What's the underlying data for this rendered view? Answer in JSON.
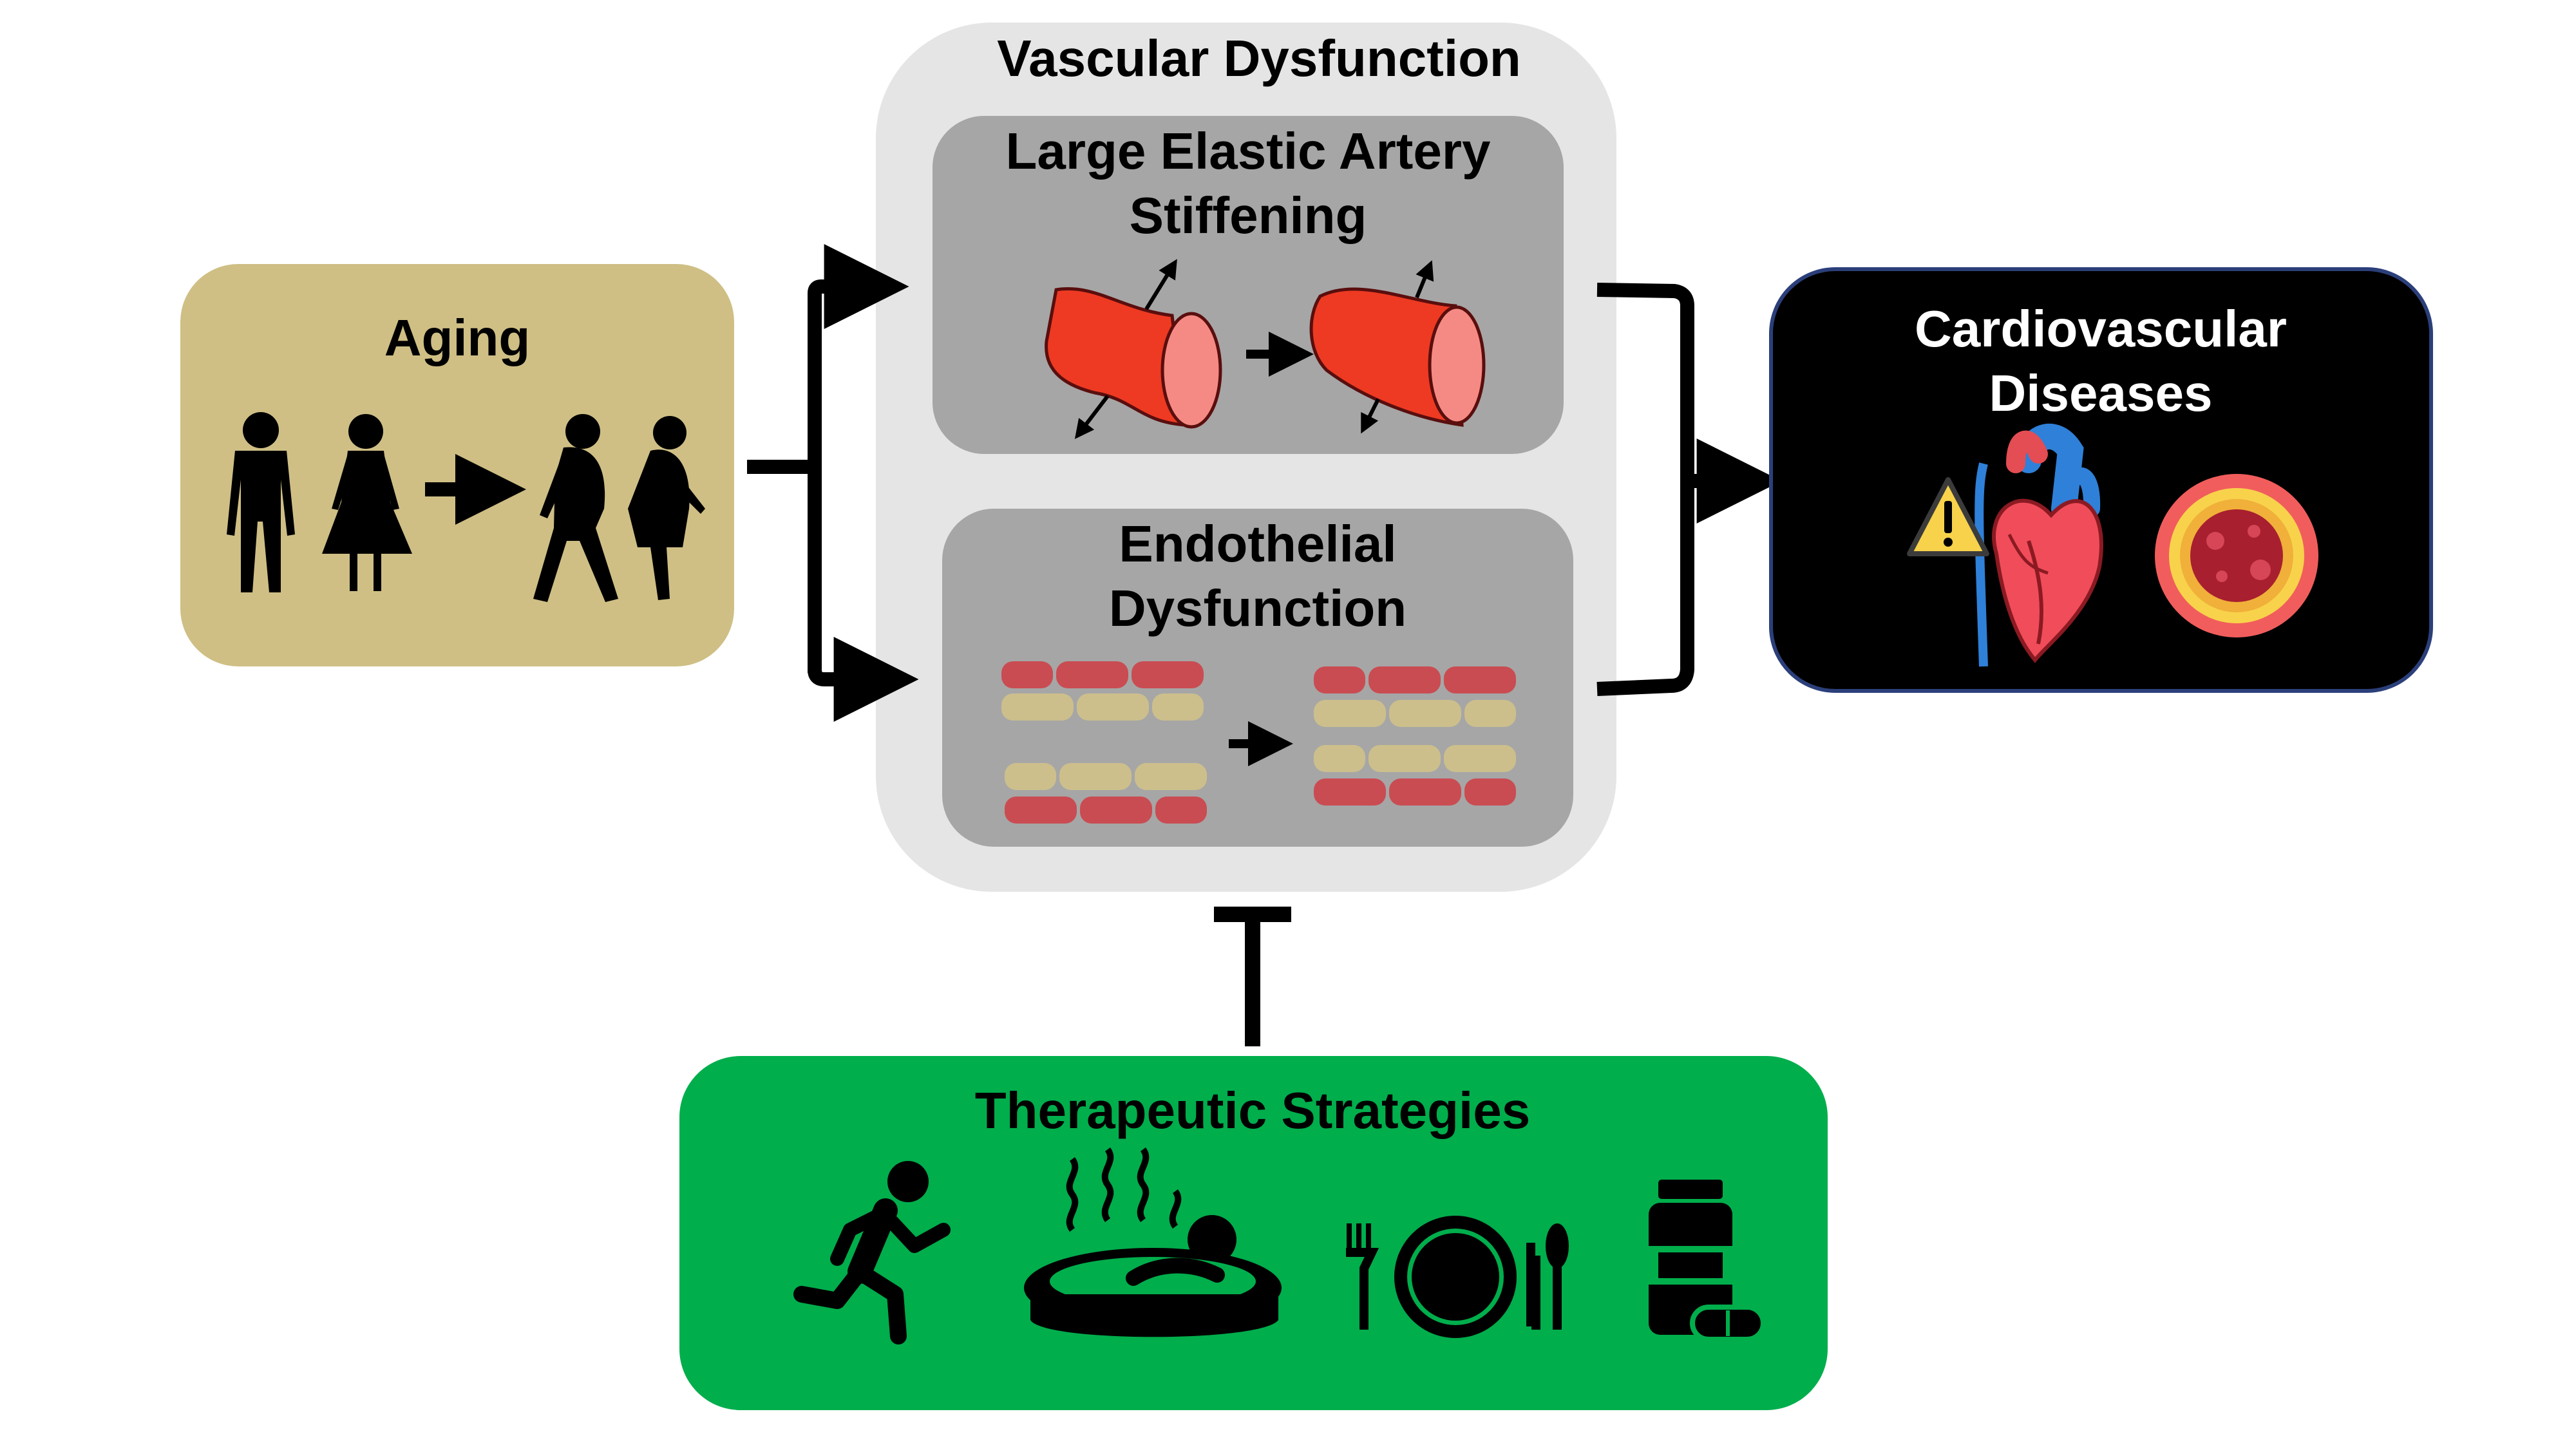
{
  "aging": {
    "title": "Aging",
    "bg_color": "#cfbf85"
  },
  "vascular": {
    "title": "Vascular Dysfunction",
    "bg_color": "#e6e5e6",
    "artery": {
      "title_line1": "Large Elastic Artery",
      "title_line2": "Stiffening",
      "bg_color": "#a6a6a6",
      "vessel_color": "#ee3a22",
      "lumen_color": "#f58a84"
    },
    "endothelial": {
      "title_line1": "Endothelial",
      "title_line2": "Dysfunction",
      "bg_color": "#a6a6a6",
      "cell_red": "#c94c52",
      "cell_tan": "#cdbf8c"
    }
  },
  "cvd": {
    "title_line1": "Cardiovascular",
    "title_line2": "Diseases",
    "bg_color": "#000000",
    "icons": [
      "warning-icon",
      "heart-icon",
      "artery-plaque-icon"
    ]
  },
  "therapy": {
    "title": "Therapeutic Strategies",
    "bg_color": "#00ae4c",
    "icons": [
      "running-icon",
      "hot-bath-icon",
      "diet-plate-icon",
      "medication-icon"
    ]
  }
}
